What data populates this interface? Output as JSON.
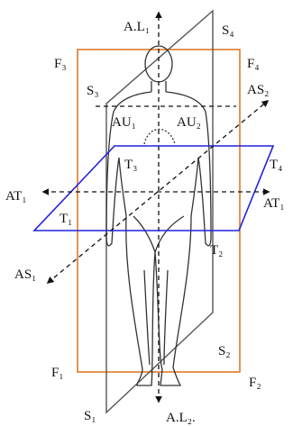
{
  "colors": {
    "frontal_plane": "#e07a2a",
    "sagittal_plane": "#555555",
    "transverse_plane": "#2222dd",
    "body_outline": "#333333",
    "axis": "#111111"
  },
  "labels": {
    "AL1": "A.L₁",
    "AL2": "A.L₂.",
    "S1": "S₁",
    "S2": "S₂",
    "S3": "S₃",
    "S4": "S₄",
    "F1": "F₁",
    "F2": "F₂",
    "F3": "F₃",
    "F4": "F₄",
    "AS1": "AS₁",
    "AS2": "AS₂",
    "AU1": "AU₁",
    "AU2": "AU₂",
    "T1": "T₁",
    "T2": "T₂",
    "T3": "T₃",
    "T4": "T₄",
    "AT1_left": "AT₁",
    "AT1_right": "AT₁"
  }
}
